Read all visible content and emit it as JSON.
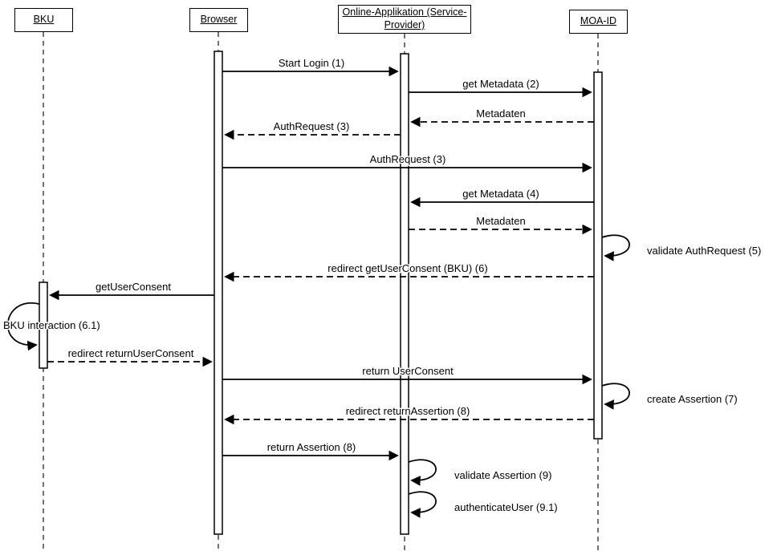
{
  "diagram": {
    "type": "uml-sequence",
    "actors": [
      {
        "id": "bku",
        "label": "BKU"
      },
      {
        "id": "browser",
        "label": "Browser"
      },
      {
        "id": "online-app",
        "label": "Online-Applikation (Service-Provider)"
      },
      {
        "id": "moa-id",
        "label": "MOA-ID"
      }
    ],
    "messages": [
      {
        "label": "Start Login (1)",
        "from": "Browser",
        "to": "Online-Applikation (Service-Provider)",
        "style": "solid"
      },
      {
        "label": "get Metadata (2)",
        "from": "Online-Applikation (Service-Provider)",
        "to": "MOA-ID",
        "style": "solid"
      },
      {
        "label": "Metadaten",
        "from": "MOA-ID",
        "to": "Online-Applikation (Service-Provider)",
        "style": "dashed"
      },
      {
        "label": "AuthRequest (3)",
        "from": "Online-Applikation (Service-Provider)",
        "to": "Browser",
        "style": "dashed"
      },
      {
        "label": "AuthRequest (3)",
        "from": "Browser",
        "to": "MOA-ID",
        "style": "solid"
      },
      {
        "label": "get Metadata (4)",
        "from": "MOA-ID",
        "to": "Online-Applikation (Service-Provider)",
        "style": "solid"
      },
      {
        "label": "Metadaten",
        "from": "Online-Applikation (Service-Provider)",
        "to": "MOA-ID",
        "style": "dashed"
      },
      {
        "label": "validate AuthRequest (5)",
        "from": "MOA-ID",
        "to": "MOA-ID",
        "style": "self"
      },
      {
        "label": "redirect getUserConsent (BKU) (6)",
        "from": "MOA-ID",
        "to": "Browser",
        "style": "dashed"
      },
      {
        "label": "getUserConsent",
        "from": "Browser",
        "to": "BKU",
        "style": "solid"
      },
      {
        "label": "BKU interaction (6.1)",
        "from": "BKU",
        "to": "BKU",
        "style": "self"
      },
      {
        "label": "redirect returnUserConsent",
        "from": "BKU",
        "to": "Browser",
        "style": "dashed"
      },
      {
        "label": "return UserConsent",
        "from": "Browser",
        "to": "MOA-ID",
        "style": "solid"
      },
      {
        "label": "create Assertion (7)",
        "from": "MOA-ID",
        "to": "MOA-ID",
        "style": "self"
      },
      {
        "label": "redirect returnAssertion (8)",
        "from": "MOA-ID",
        "to": "Browser",
        "style": "dashed"
      },
      {
        "label": "return Assertion (8)",
        "from": "Browser",
        "to": "Online-Applikation (Service-Provider)",
        "style": "solid"
      },
      {
        "label": "validate Assertion (9)",
        "from": "Online-Applikation (Service-Provider)",
        "to": "Online-Applikation (Service-Provider)",
        "style": "self"
      },
      {
        "label": "authenticateUser (9.1)",
        "from": "Online-Applikation (Service-Provider)",
        "to": "Online-Applikation (Service-Provider)",
        "style": "self"
      }
    ]
  }
}
